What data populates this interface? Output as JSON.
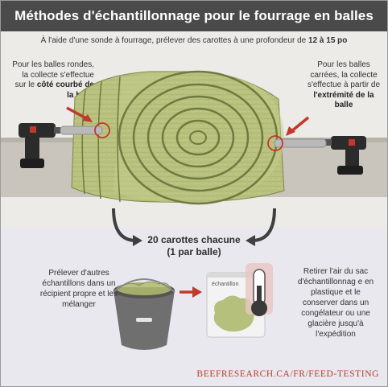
{
  "title": "Méthodes d'échantillonnage pour le fourrage en balles",
  "subtitle": {
    "prefix": "À l'aide d'une sonde à fourrage, prélever des carottes à une profondeur de",
    "depth": "12 à 15 po"
  },
  "round_bale_note": {
    "text": "Pour les balles rondes, la collecte s'effectue sur le",
    "emphasis": "côté courbé de la balle"
  },
  "square_bale_note": {
    "text": "Pour les balles carrées, la collecte s'effectue à partir de",
    "emphasis": "l'extrémité de la balle"
  },
  "cores_label": {
    "line1": "20 carottes chacune",
    "line2": "(1 par balle)"
  },
  "mix_note": "Prélever d'autres échantillons dans un récipient propre et les mélanger",
  "bag_label": "échantillon",
  "storage_note": "Retirer l'air du sac d'échantillonnag e en plastique et le conserver dans un congélateur ou une glacière jusqu'à l'expédition",
  "footer": "BEEFRESEARCH.CA/FR/FEED-TESTING",
  "colors": {
    "title_bar": "#4a4a4a",
    "hay": "#b5c07a",
    "accent_red": "#c0392b",
    "bucket": "#6f6f6f"
  },
  "icons": [
    "drill-icon",
    "forage-probe-icon",
    "pointer-arrow-icon",
    "bucket-icon",
    "sample-bag-icon",
    "thermometer-icon",
    "curved-arrow-icon"
  ]
}
